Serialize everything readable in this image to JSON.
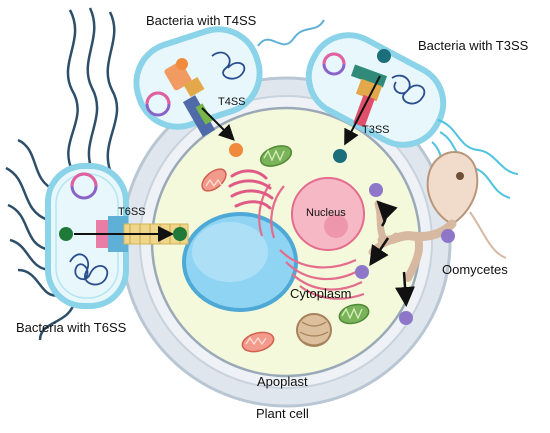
{
  "labels": {
    "t4ss_bacteria": "Bacteria with T4SS",
    "t3ss_bacteria": "Bacteria with T3SS",
    "t6ss_bacteria": "Bacteria with T6SS",
    "t4ss": "T4SS",
    "t3ss": "T3SS",
    "t6ss": "T6SS",
    "nucleus": "Nucleus",
    "cytoplasm": "Cytoplasm",
    "oomycetes": "Oomycetes",
    "apoplast": "Apoplast",
    "plant_cell": "Plant cell"
  },
  "colors": {
    "cell_wall": "#d5dde6",
    "cell_interior": "#f3f9d6",
    "vacuole": "#8fd4f2",
    "nucleus": "#f7b8c6",
    "bacteria_membrane": "#8ad3e8",
    "effector_green": "#1f7a3a",
    "effector_orange": "#f08a3c",
    "effector_teal": "#1b6e7a",
    "effector_purple": "#8e77c9",
    "oomycete": "#f1dccb"
  }
}
